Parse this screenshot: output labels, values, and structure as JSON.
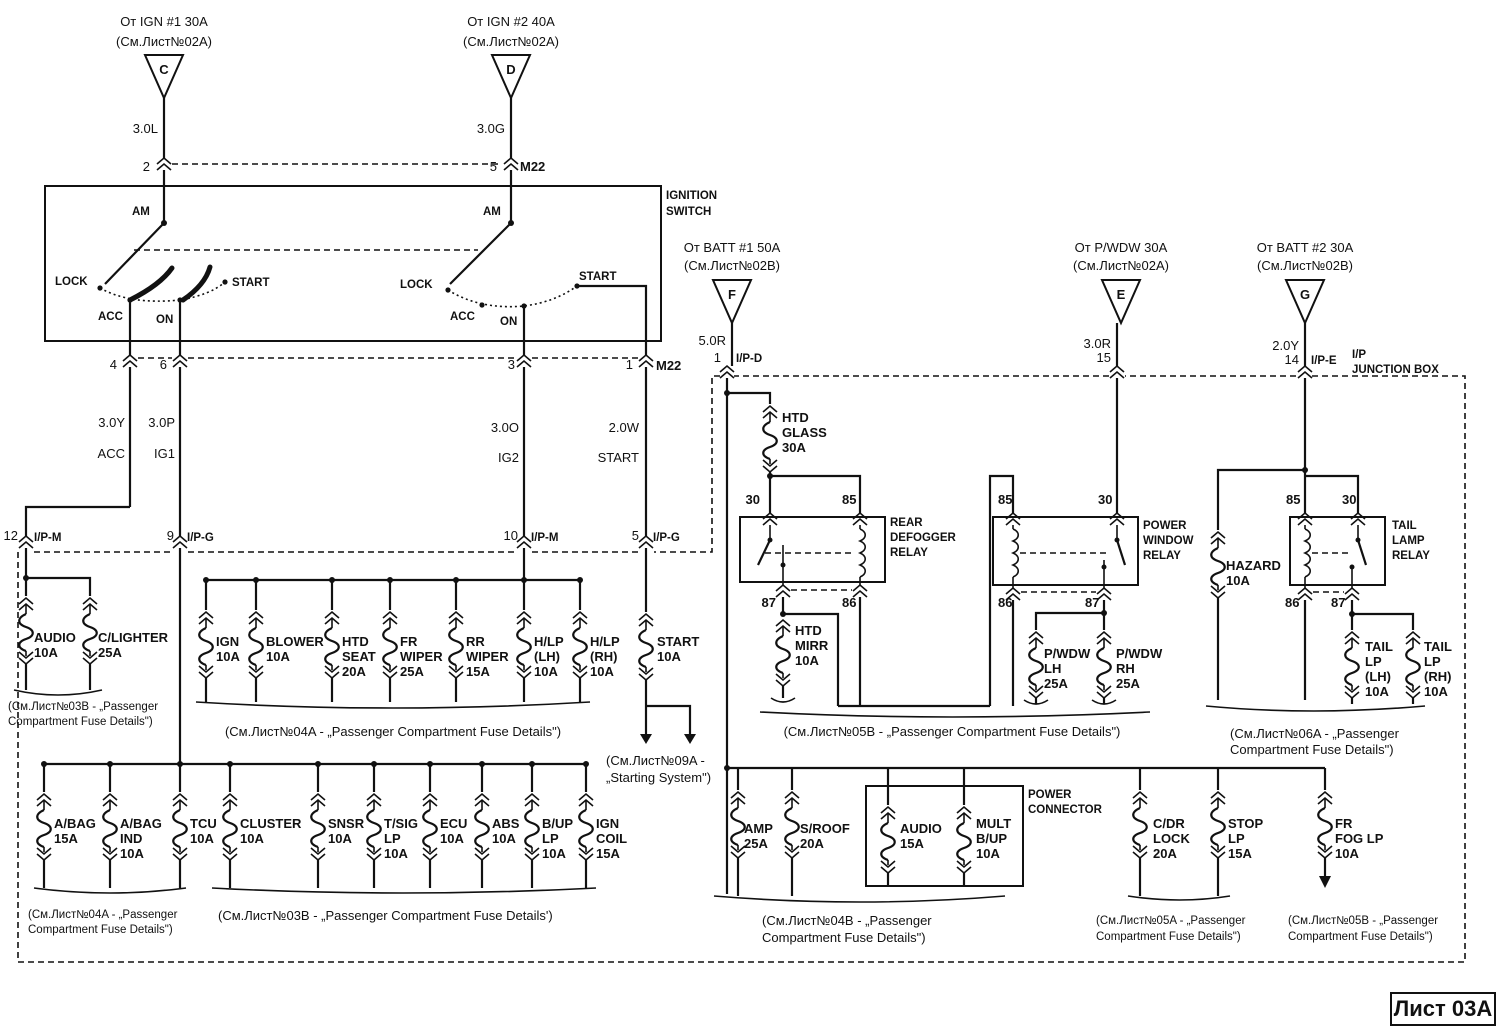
{
  "sources": {
    "c": {
      "title": "От IGN #1 30A",
      "ref": "(См.Лист№02A)",
      "letter": "C",
      "wire": "3.0L",
      "pin": "2"
    },
    "d": {
      "title": "От IGN #2 40A",
      "ref": "(См.Лист№02A)",
      "letter": "D",
      "wire": "3.0G",
      "pin": "5",
      "conn": "M22"
    },
    "f": {
      "title": "От BATT #1 50A",
      "ref": "(См.Лист№02B)",
      "letter": "F",
      "wire": "5.0R",
      "pin": "1",
      "conn": "I/P-D"
    },
    "e": {
      "title": "От P/WDW 30A",
      "ref": "(См.Лист№02A)",
      "letter": "E",
      "wire": "3.0R",
      "pin": "15"
    },
    "g": {
      "title": "От BATT #2 30A",
      "ref": "(См.Лист№02B)",
      "letter": "G",
      "wire": "2.0Y",
      "pin": "14",
      "conn": "I/P-E"
    }
  },
  "ignition": {
    "title1": "IGNITION",
    "title2": "SWITCH",
    "am": "AM",
    "lock": "LOCK",
    "acc": "ACC",
    "on": "ON",
    "start": "START"
  },
  "outputs": {
    "acc": {
      "pin": "4",
      "wire": "3.0Y",
      "name": "ACC",
      "pin2": "12",
      "conn2": "I/P-M"
    },
    "ig1": {
      "pin": "6",
      "wire": "3.0P",
      "name": "IG1",
      "pin2": "9",
      "conn2": "I/P-G"
    },
    "ig2": {
      "pin": "3",
      "wire": "3.0O",
      "name": "IG2",
      "pin2": "10",
      "conn2": "I/P-M"
    },
    "start": {
      "pin": "1",
      "conn": "M22",
      "wire": "2.0W",
      "name": "START",
      "pin2": "5",
      "conn2": "I/P-G"
    }
  },
  "junction_box": {
    "line1": "I/P",
    "line2": "JUNCTION BOX"
  },
  "relays": {
    "rear": {
      "l1": "REAR",
      "l2": "DEFOGGER",
      "l3": "RELAY",
      "p30": "30",
      "p85": "85",
      "p87": "87",
      "p86": "86"
    },
    "pwr": {
      "l1": "POWER",
      "l2": "WINDOW",
      "l3": "RELAY",
      "p85": "85",
      "p30": "30",
      "p86": "86",
      "p87": "87"
    },
    "tail": {
      "l1": "TAIL",
      "l2": "LAMP",
      "l3": "RELAY",
      "p85": "85",
      "p30": "30",
      "p86": "86",
      "p87": "87"
    }
  },
  "fuses_acc": {
    "audio": {
      "l1": "AUDIO",
      "l2": "10A"
    },
    "clighter": {
      "l1": "C/LIGHTER",
      "l2": "25A"
    },
    "ref1": "(См.Лист№03B - „Passenger",
    "ref2": "Compartment Fuse Details\")"
  },
  "fuses_ig2": {
    "ign": {
      "l1": "IGN",
      "l2": "10A"
    },
    "blower": {
      "l1": "BLOWER",
      "l2": "10A"
    },
    "htdseat": {
      "l1": "HTD",
      "l2": "SEAT",
      "l3": "20A"
    },
    "frwiper": {
      "l1": "FR",
      "l2": "WIPER",
      "l3": "25A"
    },
    "rrwiper": {
      "l1": "RR",
      "l2": "WIPER",
      "l3": "15A"
    },
    "hlplh": {
      "l1": "H/LP",
      "l2": "(LH)",
      "l3": "10A"
    },
    "hlprh": {
      "l1": "H/LP",
      "l2": "(RH)",
      "l3": "10A"
    },
    "ref": "(См.Лист№04A - „Passenger Compartment Fuse Details\")"
  },
  "fuse_start": {
    "l1": "START",
    "l2": "10A",
    "ref1": "(См.Лист№09A -",
    "ref2": "„Starting System\")"
  },
  "fuses_ig1": {
    "abag": {
      "l1": "A/BAG",
      "l2": "15A"
    },
    "abagind": {
      "l1": "A/BAG",
      "l2": "IND",
      "l3": "10A"
    },
    "tcu": {
      "l1": "TCU",
      "l2": "10A"
    },
    "cluster": {
      "l1": "CLUSTER",
      "l2": "10A"
    },
    "snsr": {
      "l1": "SNSR",
      "l2": "10A"
    },
    "tsig": {
      "l1": "T/SIG",
      "l2": "LP",
      "l3": "10A"
    },
    "ecu": {
      "l1": "ECU",
      "l2": "10A"
    },
    "abs": {
      "l1": "ABS",
      "l2": "10A"
    },
    "bup": {
      "l1": "B/UP",
      "l2": "LP",
      "l3": "10A"
    },
    "igncoil": {
      "l1": "IGN",
      "l2": "COIL",
      "l3": "15A"
    },
    "refa1": "(См.Лист№04A - „Passenger",
    "refa2": "Compartment Fuse Details\")",
    "refb": "(См.Лист№03B - „Passenger Compartment Fuse Details')"
  },
  "fuses_batt1": {
    "htdglass": {
      "l1": "HTD",
      "l2": "GLASS",
      "l3": "30A"
    },
    "htdmirr": {
      "l1": "HTD",
      "l2": "MIRR",
      "l3": "10A"
    },
    "pwdwlh": {
      "l1": "P/WDW",
      "l2": "LH",
      "l3": "25A"
    },
    "pwdwrh": {
      "l1": "P/WDW",
      "l2": "RH",
      "l3": "25A"
    },
    "ref05b": "(См.Лист№05B - „Passenger Compartment Fuse Details\")"
  },
  "fuses_batt2": {
    "hazard": {
      "l1": "HAZARD",
      "l2": "10A"
    },
    "taillh": {
      "l1": "TAIL",
      "l2": "LP",
      "l3": "(LH)",
      "l4": "10A"
    },
    "tailrh": {
      "l1": "TAIL",
      "l2": "LP",
      "l3": "(RH)",
      "l4": "10A"
    },
    "ref1": "(См.Лист№06A - „Passenger",
    "ref2": "Compartment Fuse Details\")"
  },
  "fuses_lower": {
    "amp": {
      "l1": "AMP",
      "l2": "25A"
    },
    "sroof": {
      "l1": "S/ROOF",
      "l2": "20A"
    },
    "audio": {
      "l1": "AUDIO",
      "l2": "15A"
    },
    "multbup": {
      "l1": "MULT",
      "l2": "B/UP",
      "l3": "10A"
    },
    "pc1": "POWER",
    "pc2": "CONNECTOR",
    "cdrlock": {
      "l1": "C/DR",
      "l2": "LOCK",
      "l3": "20A"
    },
    "stoplp": {
      "l1": "STOP",
      "l2": "LP",
      "l3": "15A"
    },
    "frfog": {
      "l1": "FR",
      "l2": "FOG LP",
      "l3": "10A"
    },
    "ref04b1": "(См.Лист№04B - „Passenger",
    "ref04b2": "Compartment Fuse Details\")",
    "ref05a1": "(См.Лист№05A - „Passenger",
    "ref05a2": "Compartment Fuse Details\")",
    "ref05b1": "(См.Лист№05B - „Passenger",
    "ref05b2": "Compartment Fuse Details\")"
  },
  "sheet": "Лист 03A"
}
